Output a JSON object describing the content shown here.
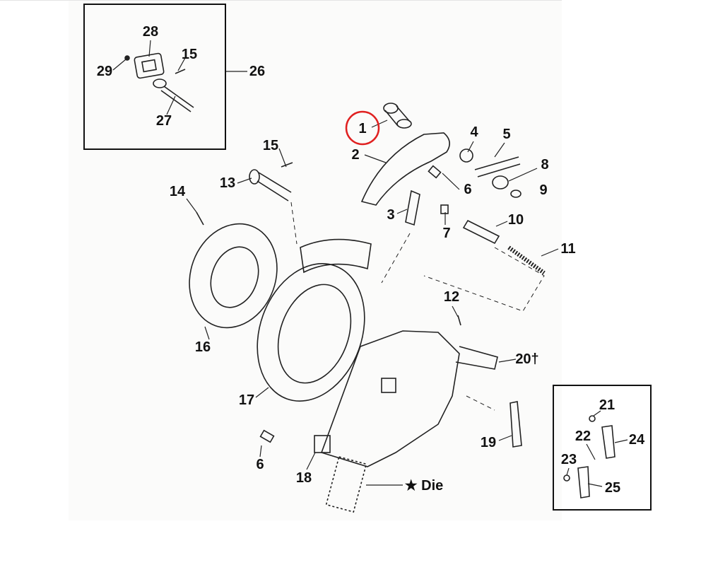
{
  "diagram": {
    "highlight_color": "#e02020",
    "highlighted_part": "1",
    "inset_top_left": {
      "assembly_label": "26",
      "parts": [
        "28",
        "29",
        "15",
        "27"
      ]
    },
    "inset_bottom_right": {
      "parts": [
        "21",
        "22",
        "23",
        "24",
        "25"
      ]
    },
    "main_parts": [
      "1",
      "2",
      "3",
      "4",
      "5",
      "6",
      "7",
      "8",
      "9",
      "10",
      "11",
      "12",
      "13",
      "14",
      "15",
      "16",
      "17",
      "6",
      "18",
      "19",
      "20†"
    ],
    "die_label": "★ Die"
  }
}
